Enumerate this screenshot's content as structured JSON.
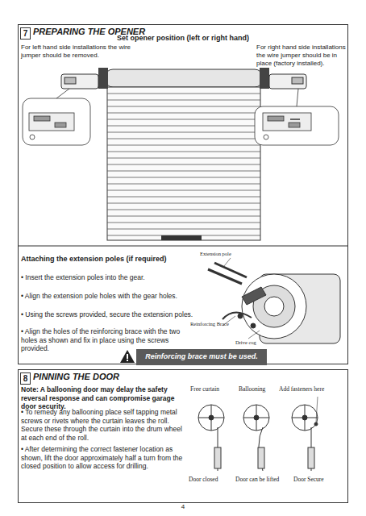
{
  "diagram": {
    "nodes": [
      {
        "text": [
          "PREPARING THE OPENER"
        ]
      },
      {
        "text": [
          "7"
        ],
        "in": 0
      },
      {
        "text": [
          "Reinforcing brace must be used."
        ],
        "in": 0
      },
      {
        "text": [
          "PINNING THE DOOR"
        ]
      },
      {
        "text": [
          "8"
        ],
        "in": 3
      }
    ],
    "labels": [
      "Set opener position (left or right hand)",
      "For left hand side installations the wire jumper should be removed.",
      "For right hand side installations the wire jumper should be in place (factory installed).",
      "Attaching the extension poles (if required)",
      "• Insert the extension poles into the gear.",
      "• Align the extension pole holes with the gear holes.",
      "• Using the screws provided, secure the extension poles.",
      "• Align the holes of the reinforcing brace with the two holes as shown and fix in place using the screws provided.",
      "Extension pole",
      "Reinforcing Brace",
      "Drive cog",
      "Note: A ballooning door may delay the safety reversal response and can compromise garage door security.",
      "• To remedy any ballooning place self tapping metal screws or rivets where the curtain leaves the roll. Secure these through the curtain into the drum wheel at each end of the roll.",
      "• After determining the correct fastener location as shown, lift the door approximately half a turn from the closed position to allow access for drilling.",
      "Free curtain",
      "Ballooning",
      "Add fasteners here",
      "Door closed",
      "Door can be lifted",
      "Door Secure",
      "4"
    ]
  }
}
